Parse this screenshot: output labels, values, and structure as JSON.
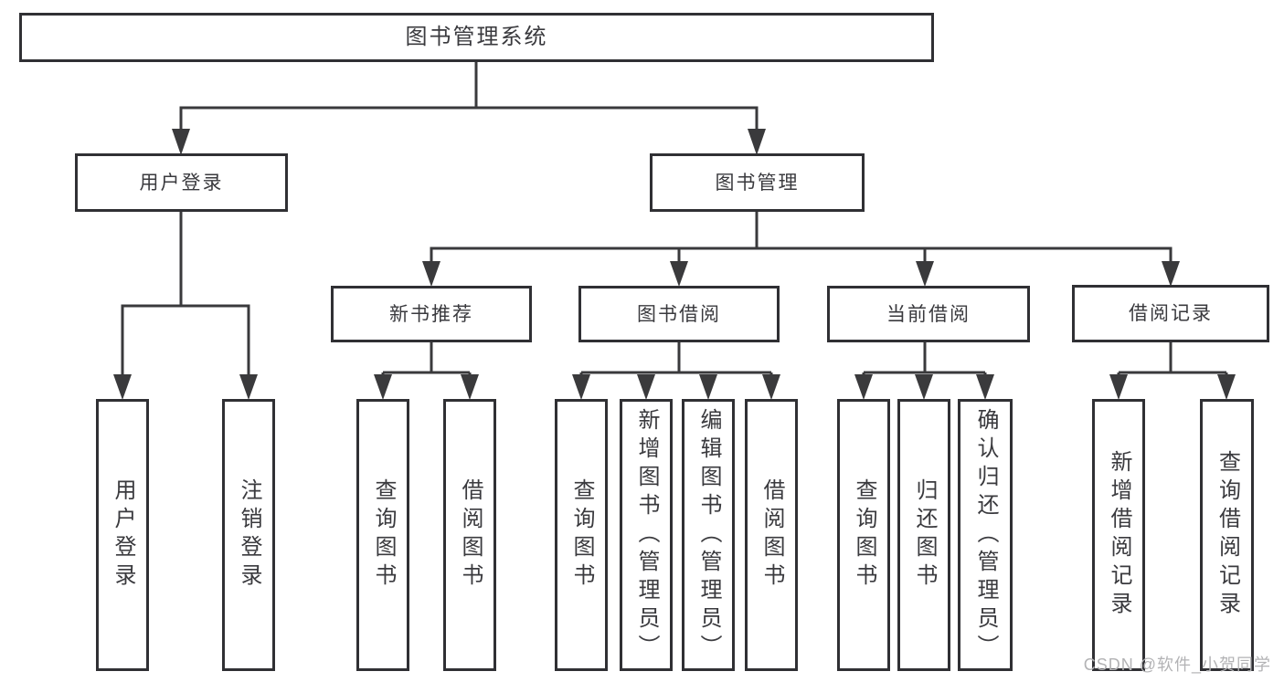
{
  "diagram": {
    "root": {
      "label": "图书管理系统"
    },
    "level2": [
      {
        "label": "用户登录"
      },
      {
        "label": "图书管理"
      }
    ],
    "level3": [
      {
        "label": "新书推荐"
      },
      {
        "label": "图书借阅"
      },
      {
        "label": "当前借阅"
      },
      {
        "label": "借阅记录"
      }
    ],
    "leaves": {
      "login": [
        {
          "label": "用户登录"
        },
        {
          "label": "注销登录"
        }
      ],
      "recommend": [
        {
          "label": "查询图书"
        },
        {
          "label": "借阅图书"
        }
      ],
      "borrow": [
        {
          "label": "查询图书"
        },
        {
          "label": "新增图书（管理员）"
        },
        {
          "label": "编辑图书（管理员）"
        },
        {
          "label": "借阅图书"
        }
      ],
      "current": [
        {
          "label": "查询图书"
        },
        {
          "label": "归还图书"
        },
        {
          "label": "确认归还（管理员）"
        }
      ],
      "records": [
        {
          "label": "新增借阅记录"
        },
        {
          "label": "查询借阅记录"
        }
      ]
    }
  },
  "colors": {
    "line": "#3a3a3c",
    "border": "#303034",
    "text": "#3a3a3e",
    "watermark": "#b3b3b5"
  },
  "watermark": {
    "text": "CSDN @软件_小贺同学"
  }
}
